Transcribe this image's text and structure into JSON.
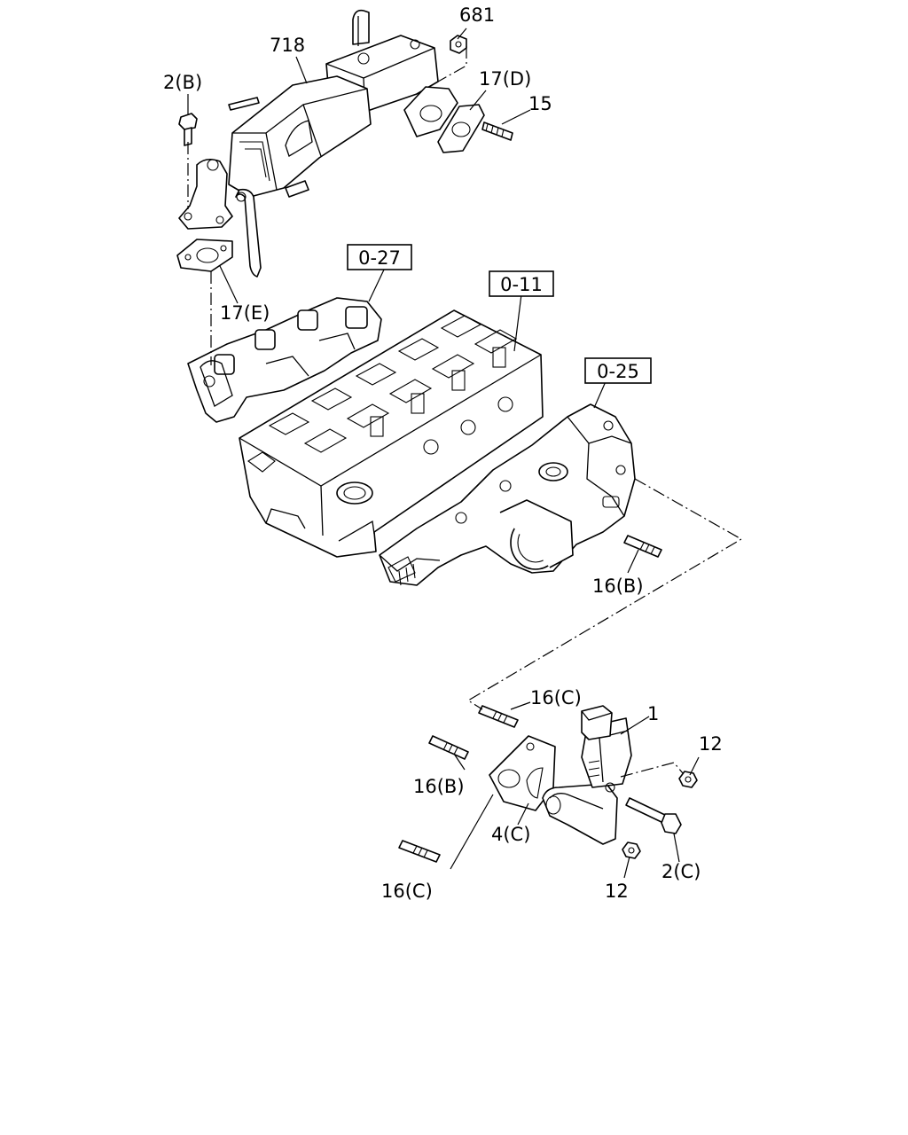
{
  "labels": {
    "p681": "681",
    "p718": "718",
    "p2b": "2(B)",
    "p17d": "17(D)",
    "p15": "15",
    "p17e": "17(E)",
    "p16b_top": "16(B)",
    "p16c_top": "16(C)",
    "p1": "1",
    "p12_right": "12",
    "p16b_bottom": "16(B)",
    "p4c": "4(C)",
    "p2c": "2(C)",
    "p12_bottom": "12",
    "p16c_bottom": "16(C)"
  },
  "refs": {
    "r027": "0-27",
    "r011": "0-11",
    "r025": "0-25"
  }
}
